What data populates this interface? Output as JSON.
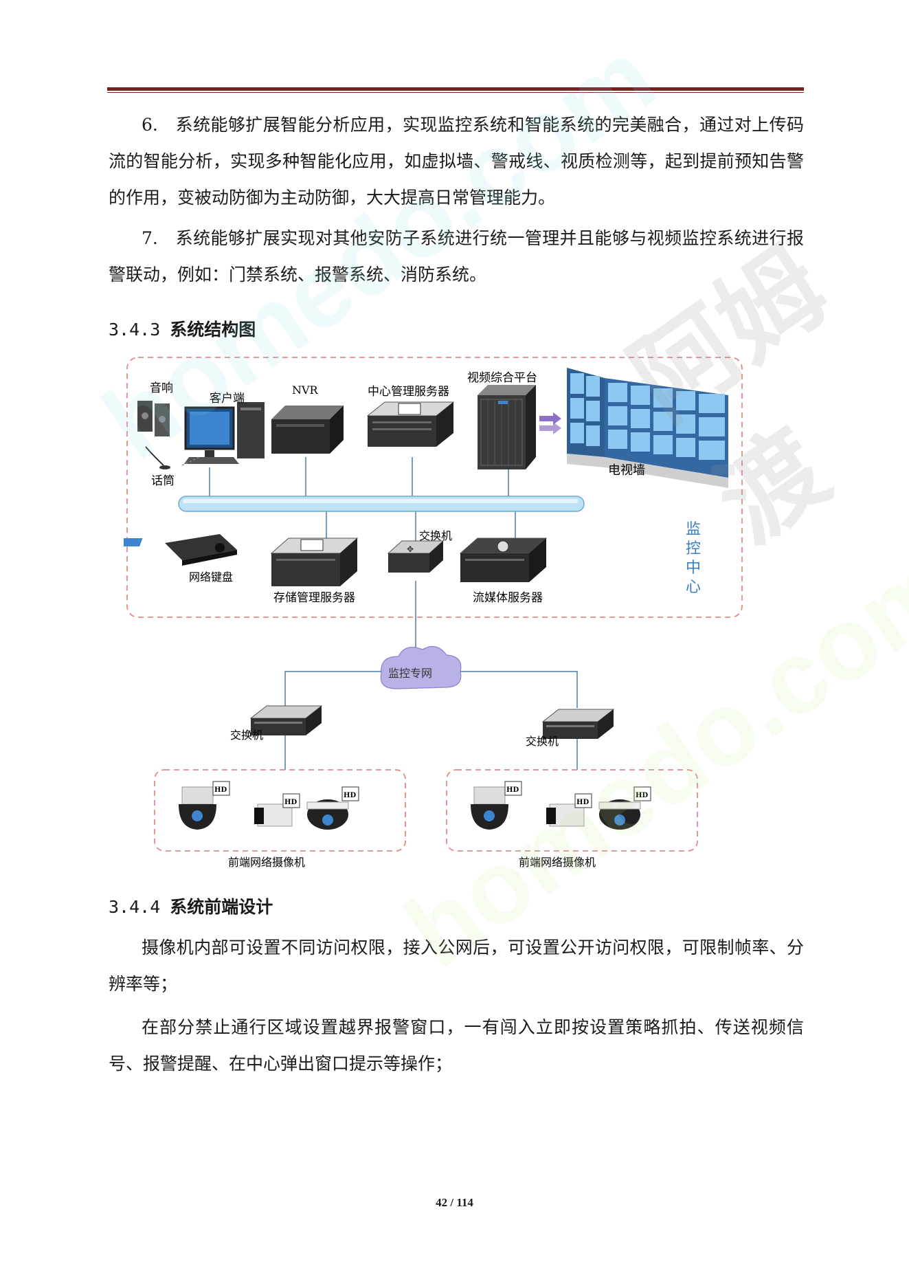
{
  "paragraphs": {
    "p6": "6.　系统能够扩展智能分析应用，实现监控系统和智能系统的完美融合，通过对上传码流的智能分析，实现多种智能化应用，如虚拟墙、警戒线、视质检测等，起到提前预知告警的作用，变被动防御为主动防御，大大提高日常管理能力。",
    "p7": "7.　系统能够扩展实现对其他安防子系统进行统一管理并且能够与视频监控系统进行报警联动，例如：门禁系统、报警系统、消防系统。",
    "p_front1": "摄像机内部可设置不同访问权限，接入公网后，可设置公开访问权限，可限制帧率、分辨率等；",
    "p_front2": "在部分禁止通行区域设置越界报警窗口，一有闯入立即按设置策略抓拍、传送视频信号、报警提醒、在中心弹出窗口提示等操作；"
  },
  "headings": {
    "h343_num": "3.4.3",
    "h343_text": "系统结构图",
    "h344_num": "3.4.4",
    "h344_text": "系统前端设计"
  },
  "diagram": {
    "speaker": "音响",
    "client": "客户端",
    "mic": "话筒",
    "nvr": "NVR",
    "center_server": "中心管理服务器",
    "video_platform": "视频综合平台",
    "tv_wall": "电视墙",
    "network_keyboard": "网络键盘",
    "storage_server": "存储管理服务器",
    "switch": "交换机",
    "media_server": "流媒体服务器",
    "center_label": [
      "监",
      "控",
      "中",
      "心"
    ],
    "private_net": "监控专网",
    "switch_left": "交换机",
    "switch_right": "交换机",
    "cam_group_left": "前端网络摄像机",
    "cam_group_right": "前端网络摄像机",
    "hd": "HD"
  },
  "footer": {
    "page": "42 / 114"
  },
  "watermark": {
    "cn": "阿姆渡",
    "domain": "homedo.com"
  },
  "colors": {
    "accent_rule": "#7b1f1f",
    "dash_border": "#e08a8a",
    "bus": "#9fd0ee",
    "center_text": "#3a7fc1"
  }
}
